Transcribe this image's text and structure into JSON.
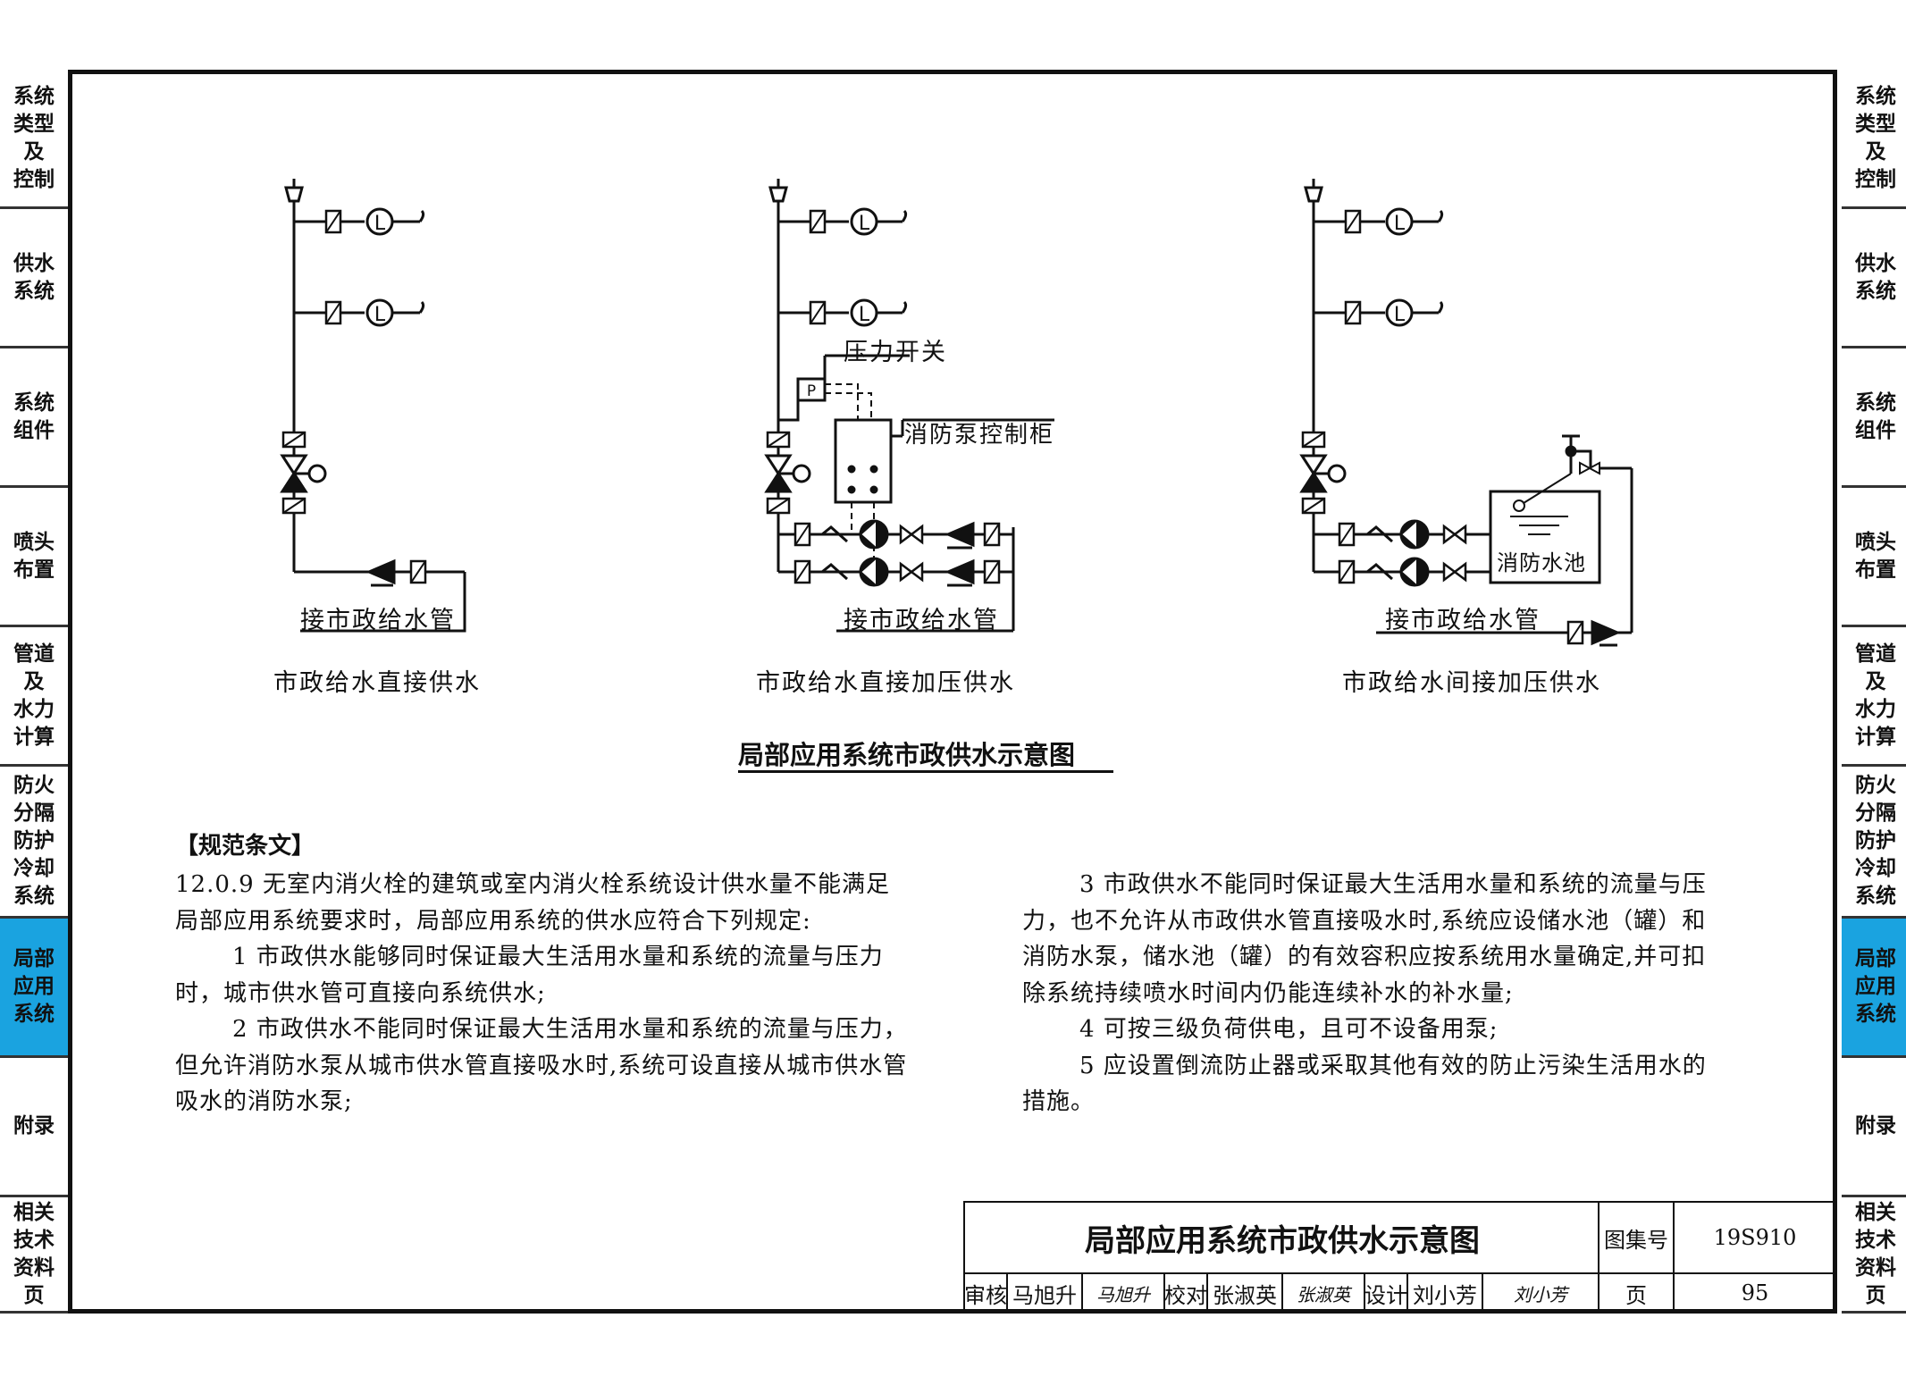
{
  "side_tabs": [
    {
      "label": "系统\n类型\n及\n控制",
      "active": false
    },
    {
      "label": "供水\n系统",
      "active": false
    },
    {
      "label": "系统\n组件",
      "active": false
    },
    {
      "label": "喷头\n布置",
      "active": false
    },
    {
      "label": "管道\n及\n水力\n计算",
      "active": false
    },
    {
      "label": "防火\n分隔\n防护\n冷却\n系统",
      "active": false
    },
    {
      "label": "局部\n应用\n系统",
      "active": true
    },
    {
      "label": "附录",
      "active": false
    },
    {
      "label": "相关\n技术\n资料\n页",
      "active": false
    }
  ],
  "diagrams": {
    "d1_caption": "市政给水直接供水",
    "d2_caption": "市政给水直接加压供水",
    "d3_caption": "市政给水间接加压供水",
    "municipal_pipe": "接市政给水管",
    "pressure_switch": "压力开关",
    "pump_control_cabinet": "消防泵控制柜",
    "fire_pool": "消防水池",
    "sprinkler_symbol": "L",
    "pressure_symbol": "P"
  },
  "main_caption": "局部应用系统市政供水示意图",
  "spec": {
    "heading": "【规范条文】",
    "left": [
      "12.0.9 无室内消火栓的建筑或室内消火栓系统设计供水量不能满足局部应用系统要求时，局部应用系统的供水应符合下列规定:",
      "1 市政供水能够同时保证最大生活用水量和系统的流量与压力时，城市供水管可直接向系统供水;",
      "2 市政供水不能同时保证最大生活用水量和系统的流量与压力，但允许消防水泵从城市供水管直接吸水时,系统可设直接从城市供水管吸水的消防水泵;"
    ],
    "right": [
      "3 市政供水不能同时保证最大生活用水量和系统的流量与压力，也不允许从市政供水管直接吸水时,系统应设储水池（罐）和消防水泵，储水池（罐）的有效容积应按系统用水量确定,并可扣除系统持续喷水时间内仍能连续补水的补水量;",
      "4 可按三级负荷供电，且可不设备用泵;",
      "5 应设置倒流防止器或采取其他有效的防止污染生活用水的措施。"
    ]
  },
  "title_block": {
    "title": "局部应用系统市政供水示意图",
    "atlas_label": "图集号",
    "atlas_no": "19S910",
    "review_label": "审核",
    "reviewer": "马旭升",
    "reviewer_sig": "马旭升",
    "check_label": "校对",
    "checker": "张淑英",
    "checker_sig": "张淑英",
    "design_label": "设计",
    "designer": "刘小芳",
    "designer_sig": "刘小芳",
    "page_label": "页",
    "page_no": "95"
  }
}
